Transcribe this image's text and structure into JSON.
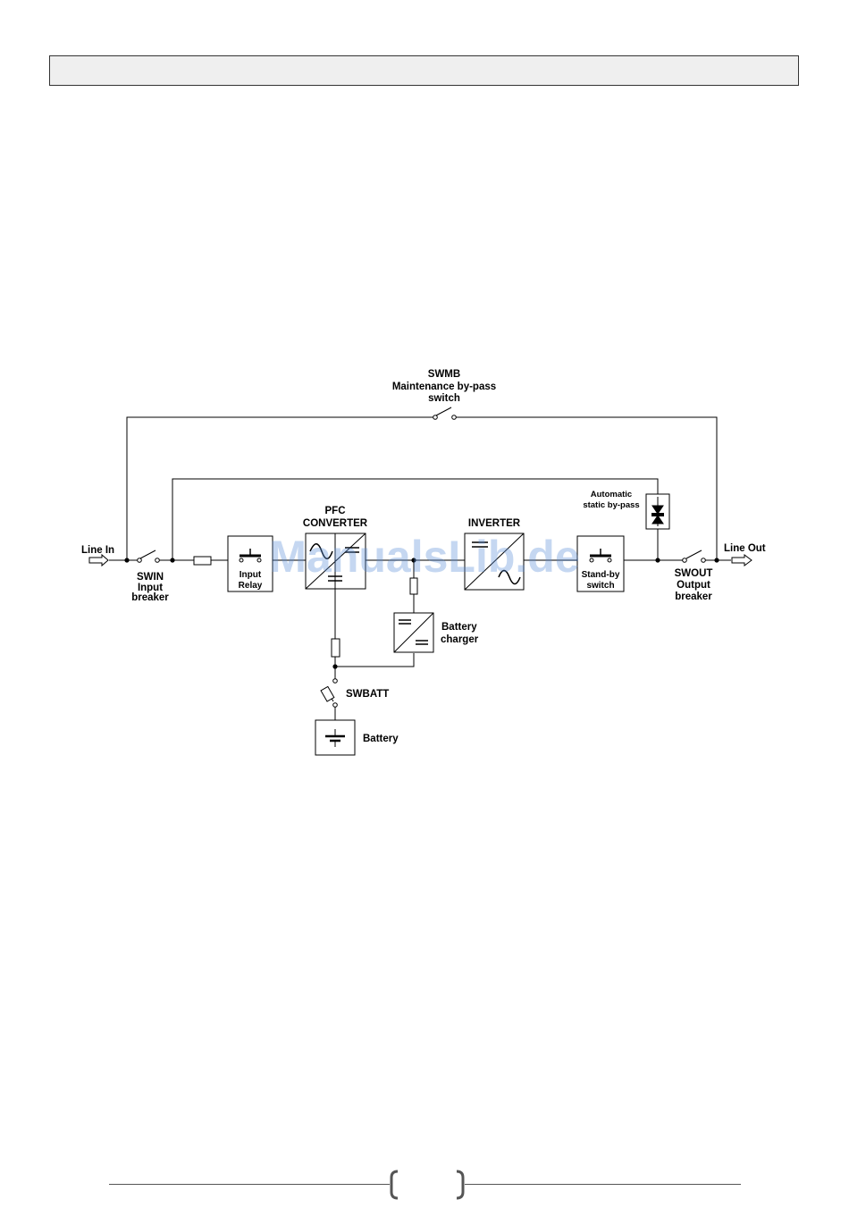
{
  "header": {
    "text": ""
  },
  "diagram": {
    "swmb": [
      "SWMB",
      "Maintenance by-pass",
      "switch"
    ],
    "auto_bypass": [
      "Automatic",
      "static by-pass"
    ],
    "line_in": "Line In",
    "line_out": "Line Out",
    "swin": [
      "SWIN",
      "Input",
      "breaker"
    ],
    "input_relay": [
      "Input",
      "Relay"
    ],
    "pfc": [
      "PFC",
      "CONVERTER"
    ],
    "inverter": "INVERTER",
    "standby": [
      "Stand-by",
      "switch"
    ],
    "swout": [
      "SWOUT",
      "Output",
      "breaker"
    ],
    "charger": [
      "Battery",
      "charger"
    ],
    "swbatt": "SWBATT",
    "battery": "Battery"
  },
  "watermark": "ManualsLib.de",
  "footer": {
    "page_number": ""
  },
  "colors": {
    "line": "#000000",
    "header_fill": "#efefef",
    "watermark": "#5b8fd9"
  }
}
